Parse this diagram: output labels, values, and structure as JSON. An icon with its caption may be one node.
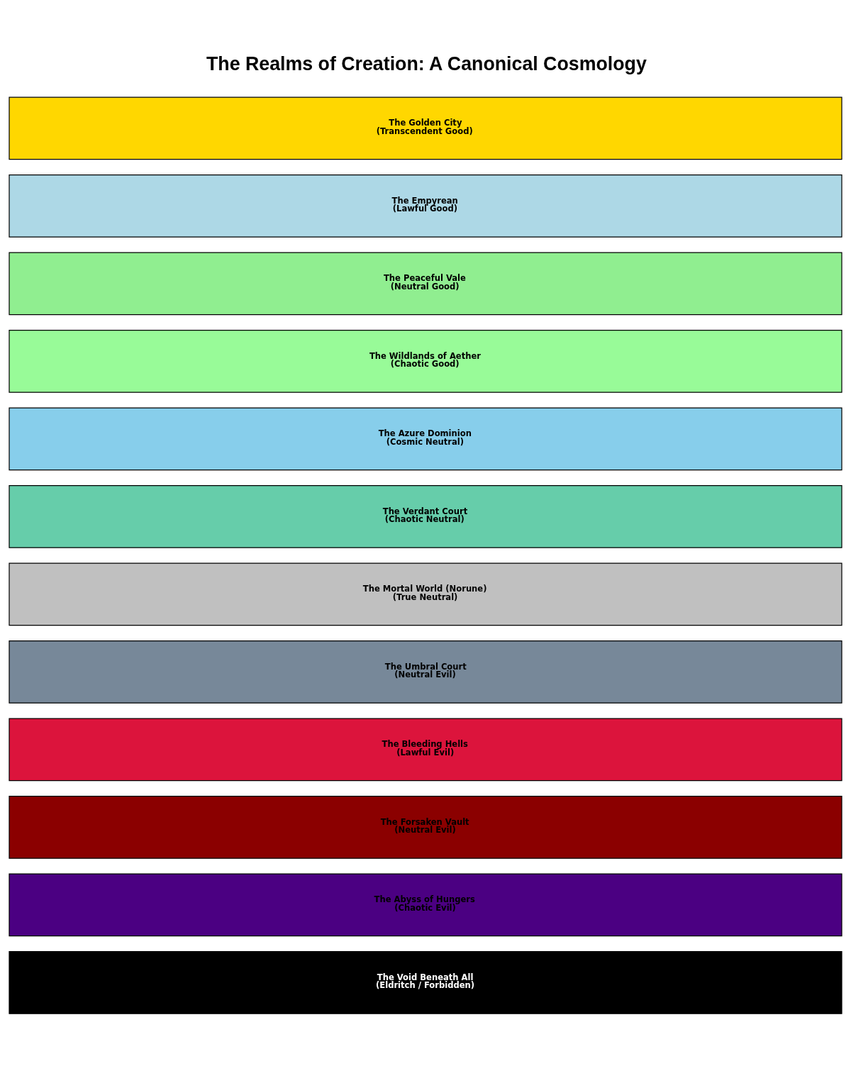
{
  "diagram": {
    "title": "The Realms of Creation: A Canonical Cosmology",
    "nodes": [
      {
        "text": [
          "The Golden City",
          "(Transcendent Good)"
        ]
      },
      {
        "text": [
          "The Empyrean",
          "(Lawful Good)"
        ]
      },
      {
        "text": [
          "The Peaceful Vale",
          "(Neutral Good)"
        ]
      },
      {
        "text": [
          "The Wildlands of Aether",
          "(Chaotic Good)"
        ]
      },
      {
        "text": [
          "The Azure Dominion",
          "(Cosmic Neutral)"
        ]
      },
      {
        "text": [
          "The Verdant Court",
          "(Chaotic Neutral)"
        ]
      },
      {
        "text": [
          "The Mortal World (Norune)",
          "(True Neutral)"
        ]
      },
      {
        "text": [
          "The Umbral Court",
          "(Neutral Evil)"
        ]
      },
      {
        "text": [
          "The Bleeding Hells",
          "(Lawful Evil)"
        ]
      },
      {
        "text": [
          "The Forsaken Vault",
          "(Neutral Evil)"
        ]
      },
      {
        "text": [
          "The Abyss of Hungers",
          "(Chaotic Evil)"
        ]
      },
      {
        "text": [
          "The Void Beneath All",
          "(Eldritch / Forbidden)"
        ]
      }
    ]
  }
}
